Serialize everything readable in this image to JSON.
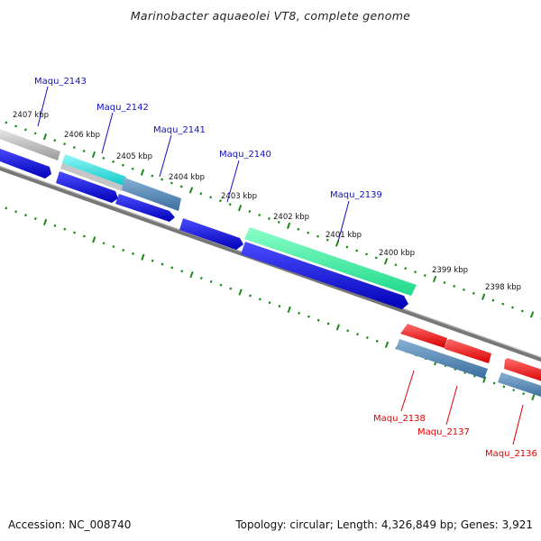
{
  "title": "Marinobacter aquaeolei VT8, complete genome",
  "footer": {
    "accession": "Accession: NC_008740",
    "summary": "Topology: circular; Length: 4,326,849 bp; Genes: 3,921"
  },
  "kbp_labels": [
    "2407 kbp",
    "2406 kbp",
    "2405 kbp",
    "2404 kbp",
    "2403 kbp",
    "2402 kbp",
    "2401 kbp",
    "2400 kbp",
    "2399 kbp",
    "2398 kbp"
  ],
  "genes_top": [
    {
      "name": "Maqu_2143",
      "color": "#c8c8c8"
    },
    {
      "name": "Maqu_2142",
      "color": "#22dddd"
    },
    {
      "name": "Maqu_2141",
      "color": "#4a82b4"
    },
    {
      "name": "Maqu_2140",
      "color": "#1010dd"
    },
    {
      "name": "Maqu_2139",
      "color": "#33ee99"
    }
  ],
  "genes_bottom": [
    {
      "name": "Maqu_2138",
      "color": "#4a82b4"
    },
    {
      "name": "Maqu_2137",
      "color": "#ee1111"
    },
    {
      "name": "Maqu_2136",
      "color": "#ee1111"
    }
  ],
  "colors": {
    "backbone": "#777777",
    "tick_dots": "#1a8a1a",
    "label_top": "#1010c0",
    "label_bottom": "#e00000"
  }
}
